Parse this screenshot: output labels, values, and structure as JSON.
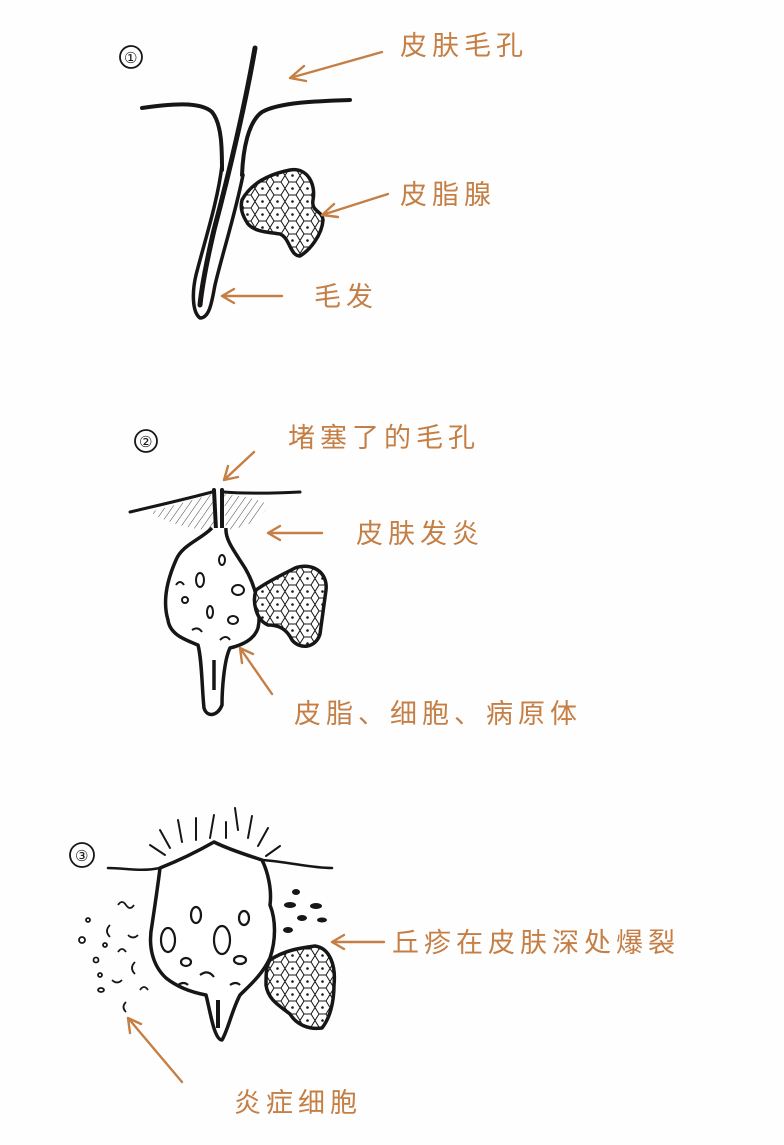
{
  "panels": [
    {
      "number": "①",
      "labels": {
        "pore": "皮肤毛孔",
        "sebaceous_gland": "皮脂腺",
        "hair": "毛发"
      }
    },
    {
      "number": "②",
      "labels": {
        "clogged_pore": "堵塞了的毛孔",
        "skin_inflammation": "皮肤发炎",
        "contents": "皮脂、细胞、病原体"
      }
    },
    {
      "number": "③",
      "labels": {
        "rupture": "丘疹在皮肤深处爆裂",
        "inflammatory_cells": "炎症细胞"
      }
    }
  ],
  "colors": {
    "ink": "#161616",
    "label": "#c57f45",
    "background": "#fefefe"
  }
}
